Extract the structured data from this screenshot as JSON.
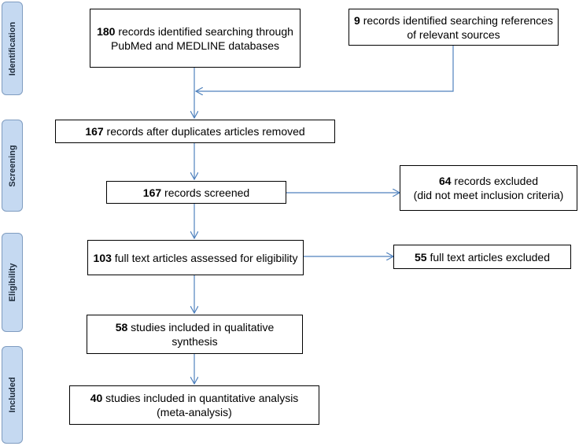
{
  "phases": {
    "identification": "Identification",
    "screening": "Screening",
    "eligibility": "Eligibility",
    "included": "Included"
  },
  "boxes": {
    "pubmed": {
      "count": "180",
      "text": " records identified searching through PubMed and MEDLINE databases"
    },
    "references": {
      "count": "9",
      "text": " records identified searching references of relevant sources"
    },
    "after_duplicates": {
      "count": "167",
      "text": " records after duplicates articles removed"
    },
    "screened": {
      "count": "167",
      "text": " records screened"
    },
    "excluded_records": {
      "count": "64",
      "text": " records excluded",
      "subtext": "(did not meet inclusion criteria)"
    },
    "full_text_assessed": {
      "count": "103",
      "text": " full text articles assessed for eligibility"
    },
    "full_text_excluded": {
      "count": "55",
      "text": " full text articles excluded"
    },
    "qualitative": {
      "count": "58",
      "text": " studies included in qualitative synthesis"
    },
    "quantitative": {
      "count": "40",
      "text": " studies included in quantitative analysis (meta-analysis)"
    }
  },
  "colors": {
    "phase_fill": "#c5d9f1",
    "arrow": "#4f81bd"
  }
}
